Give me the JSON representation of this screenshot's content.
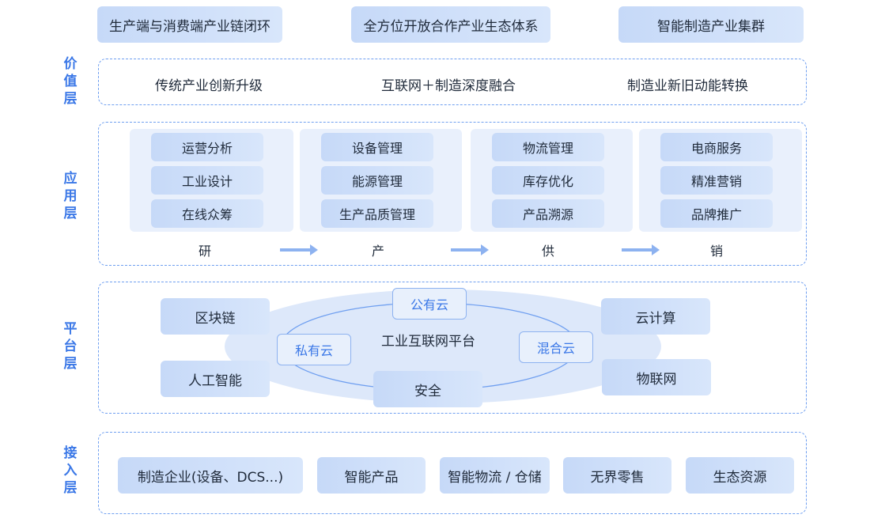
{
  "top_row": [
    "生产端与消费端产业链闭环",
    "全方位开放合作产业生态体系",
    "智能制造产业集群"
  ],
  "layers": {
    "value": {
      "label": "价\n值\n层",
      "items": [
        "传统产业创新升级",
        "互联网＋制造深度融合",
        "制造业新旧动能转换"
      ]
    },
    "application": {
      "label": "应\n用\n层",
      "groups": [
        {
          "stage": "研",
          "items": [
            "运营分析",
            "工业设计",
            "在线众筹"
          ]
        },
        {
          "stage": "产",
          "items": [
            "设备管理",
            "能源管理",
            "生产品质管理"
          ]
        },
        {
          "stage": "供",
          "items": [
            "物流管理",
            "库存优化",
            "产品溯源"
          ]
        },
        {
          "stage": "销",
          "items": [
            "电商服务",
            "精准营销",
            "品牌推广"
          ]
        }
      ]
    },
    "platform": {
      "label": "平\n台\n层",
      "center": "工业互联网平台",
      "clouds": [
        "公有云",
        "私有云",
        "混合云"
      ],
      "security": "安全",
      "left": [
        "区块链",
        "人工智能"
      ],
      "right": [
        "云计算",
        "物联网"
      ]
    },
    "access": {
      "label": "接\n入\n层",
      "items": [
        "制造企业(设备、DCS...)",
        "智能产品",
        "智能物流 / 仓储",
        "无界零售",
        "生态资源"
      ]
    }
  },
  "colors": {
    "accent": "#3b78e7",
    "pill_bg": "#c6d9f8",
    "group_bg": "#e9f0fc",
    "dash": "#6f9ff0",
    "ellipse": "#dce8fa"
  }
}
